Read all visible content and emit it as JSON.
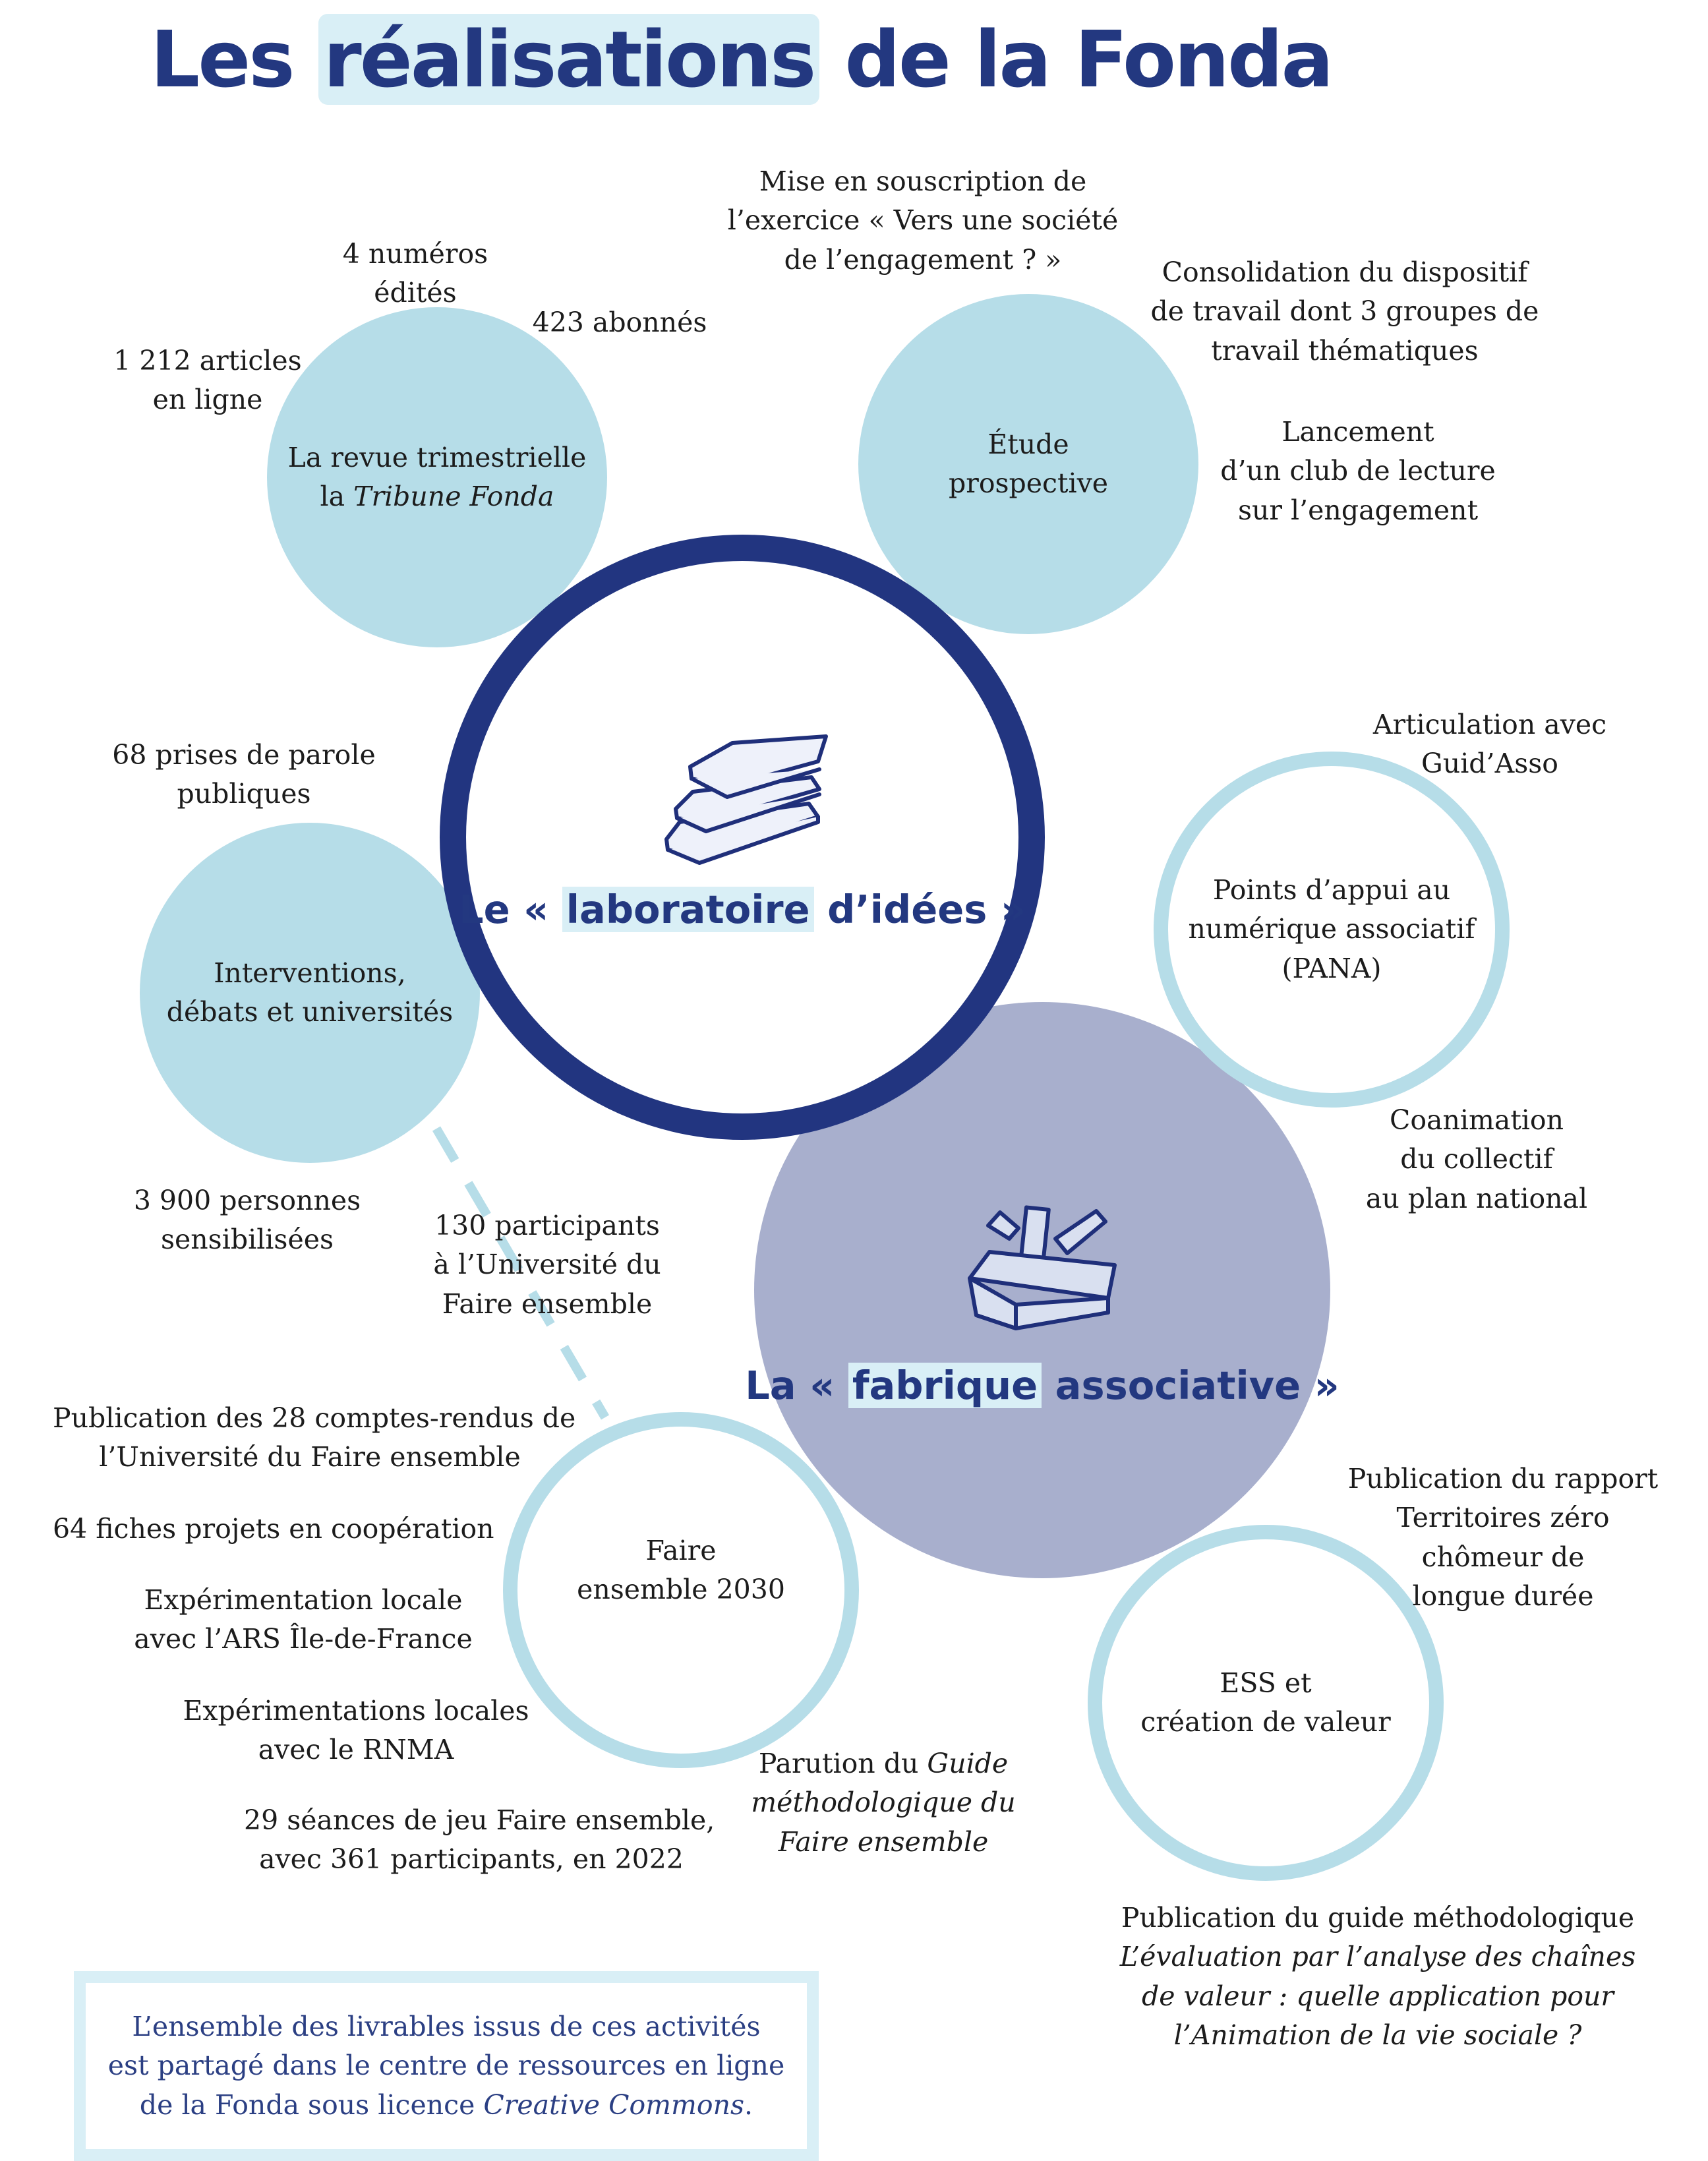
{
  "title": {
    "pre": "Les ",
    "highlight": "réalisations",
    "post": " de la Fonda"
  },
  "hubs": {
    "labo": {
      "pre": "Le « ",
      "highlight": "laboratoire",
      "post": " d’idées »",
      "icon": "books-icon"
    },
    "fabrique": {
      "pre": "La « ",
      "highlight": "fabrique",
      "post": " associative »",
      "icon": "toolbox-icon"
    }
  },
  "nodes": {
    "revue": {
      "line1": "La revue trimestrielle",
      "line2_pre": "la ",
      "line2_italic": "Tribune Fonda"
    },
    "etude": {
      "line1": "Étude",
      "line2": "prospective"
    },
    "interventions": {
      "line1": "Interventions,",
      "line2": "débats et universités"
    },
    "pana": {
      "line1": "Points d’appui au",
      "line2": "numérique associatif",
      "line3": "(PANA)"
    },
    "faire": {
      "line1": "Faire",
      "line2": "ensemble 2030"
    },
    "ess": {
      "line1": "ESS et",
      "line2": "création de valeur"
    }
  },
  "annotations": {
    "numeros": {
      "line1": "4 numéros",
      "line2": "édités"
    },
    "abonnes": "423 abonnés",
    "articles": {
      "line1": "1 212 articles",
      "line2": "en ligne"
    },
    "souscription": {
      "line1": "Mise en souscription de",
      "line2": "l’exercice « Vers une société",
      "line3": "de l’engagement ? »"
    },
    "consolidation": {
      "line1": "Consolidation du dispositif",
      "line2": "de travail dont 3 groupes de",
      "line3": "travail thématiques"
    },
    "club": {
      "line1": "Lancement",
      "line2": "d’un club de lecture",
      "line3": "sur l’engagement"
    },
    "prises": {
      "line1": "68 prises de parole",
      "line2": "publiques"
    },
    "guidasso": {
      "line1": "Articulation avec",
      "line2": "Guid’Asso"
    },
    "coanimation": {
      "line1": "Coanimation",
      "line2": "du collectif",
      "line3": "au plan national"
    },
    "sensibilisees": {
      "line1": "3 900 personnes",
      "line2": "sensibilisées"
    },
    "participants130": {
      "line1": "130 participants",
      "line2": "à l’Université du",
      "line3": "Faire ensemble"
    },
    "comptes_rendus": {
      "line1": "Publication des 28 comptes-rendus de",
      "line2": "l’Université du Faire ensemble"
    },
    "fiches": "64 fiches projets en coopération",
    "ars": {
      "line1": "Expérimentation locale",
      "line2": "avec l’ARS Île-de-France"
    },
    "rnma": {
      "line1": "Expérimentations locales",
      "line2": "avec le RNMA"
    },
    "seances": {
      "line1": "29 séances de jeu Faire ensemble,",
      "line2": "avec 361 participants, en 2022"
    },
    "guide": {
      "line1_pre": "Parution du ",
      "line1_italic": "Guide",
      "line2_italic": "méthodologique du",
      "line3_italic": "Faire ensemble"
    },
    "rapport": {
      "line1": "Publication du rapport",
      "line2": "Territoires zéro",
      "line3": "chômeur de",
      "line4": "longue durée"
    },
    "guide_eval": {
      "line1": "Publication du guide méthodologique",
      "line2_italic": "L’évaluation par l’analyse des chaînes",
      "line3_italic": "de valeur : quelle application pour",
      "line4_italic": "l’Animation de la vie sociale ?"
    }
  },
  "info": {
    "line1": "L’ensemble des livrables issus de ces activités",
    "line2": "est partagé dans le centre de ressources en ligne",
    "line3_pre": "de la Fonda sous licence ",
    "line3_italic": "Creative Commons",
    "line3_post": "."
  },
  "colors": {
    "navy": "#223580",
    "light_blue": "#b6dde8",
    "pale_blue": "#d9eff6",
    "lavender": "#a8afcd"
  }
}
